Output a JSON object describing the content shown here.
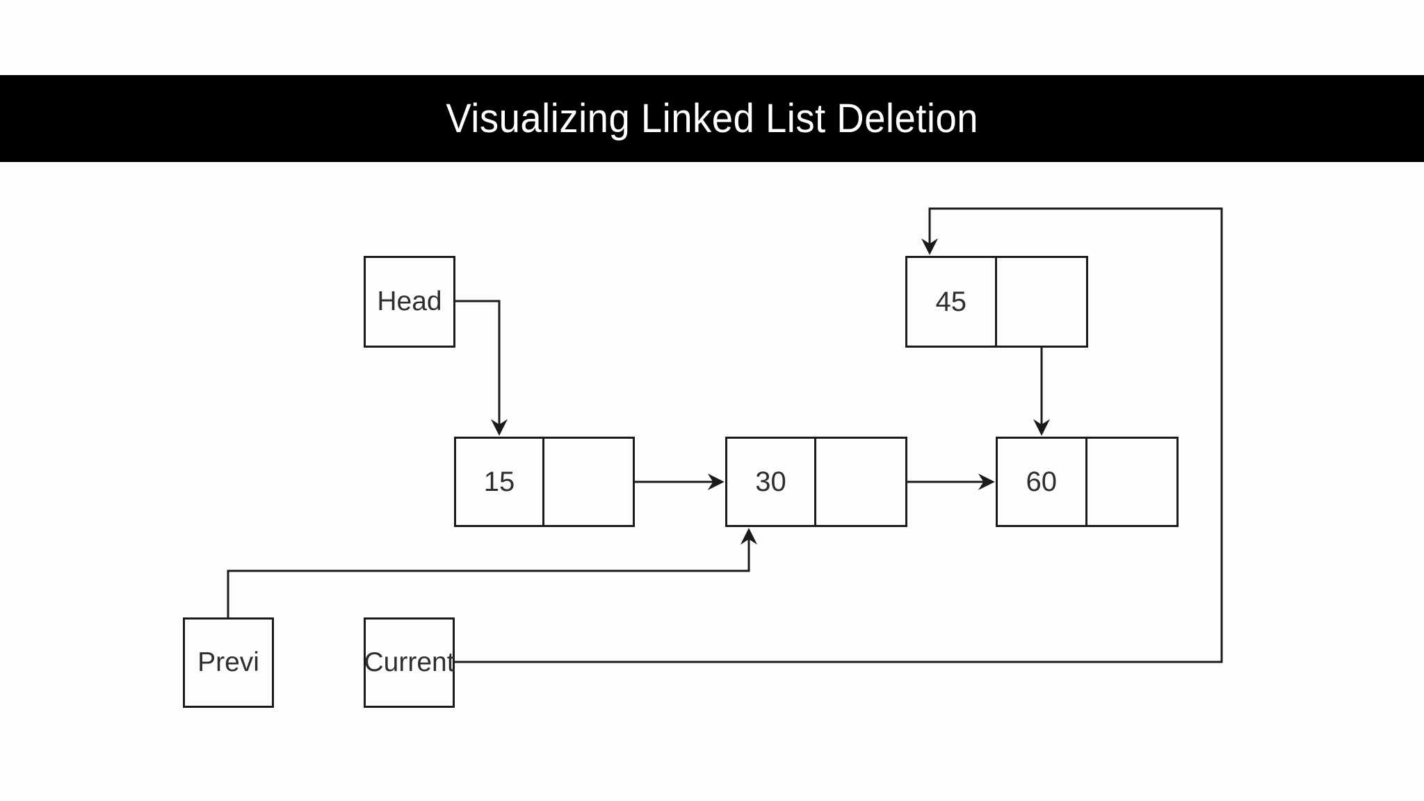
{
  "title_bar": {
    "title": "Visualizing Linked List Deletion",
    "background": "#000000",
    "text_color": "#ffffff"
  },
  "pointers": {
    "head": {
      "label": "Head"
    },
    "previous": {
      "label": "Previ"
    },
    "current": {
      "label": "Current"
    }
  },
  "nodes": [
    {
      "value": "15",
      "next": "30"
    },
    {
      "value": "30",
      "next": "60"
    },
    {
      "value": "45",
      "next": "60"
    },
    {
      "value": "60",
      "next": "null-slash"
    }
  ],
  "edges": [
    {
      "from": "Head",
      "to": "node-15",
      "style": "elbow-down"
    },
    {
      "from": "node-15",
      "to": "node-30",
      "style": "straight-right"
    },
    {
      "from": "node-30",
      "to": "node-60",
      "style": "straight-right"
    },
    {
      "from": "node-45",
      "to": "node-60",
      "style": "straight-down"
    },
    {
      "from": "Previ",
      "to": "node-30",
      "style": "elbow-up-into-bottom"
    },
    {
      "from": "Current",
      "to": "node-45",
      "style": "long-loop-right-up-left-down"
    }
  ],
  "colors": {
    "line": "#1a1a1a",
    "background": "#fdfdfd",
    "node_text": "#2e2e2e"
  }
}
